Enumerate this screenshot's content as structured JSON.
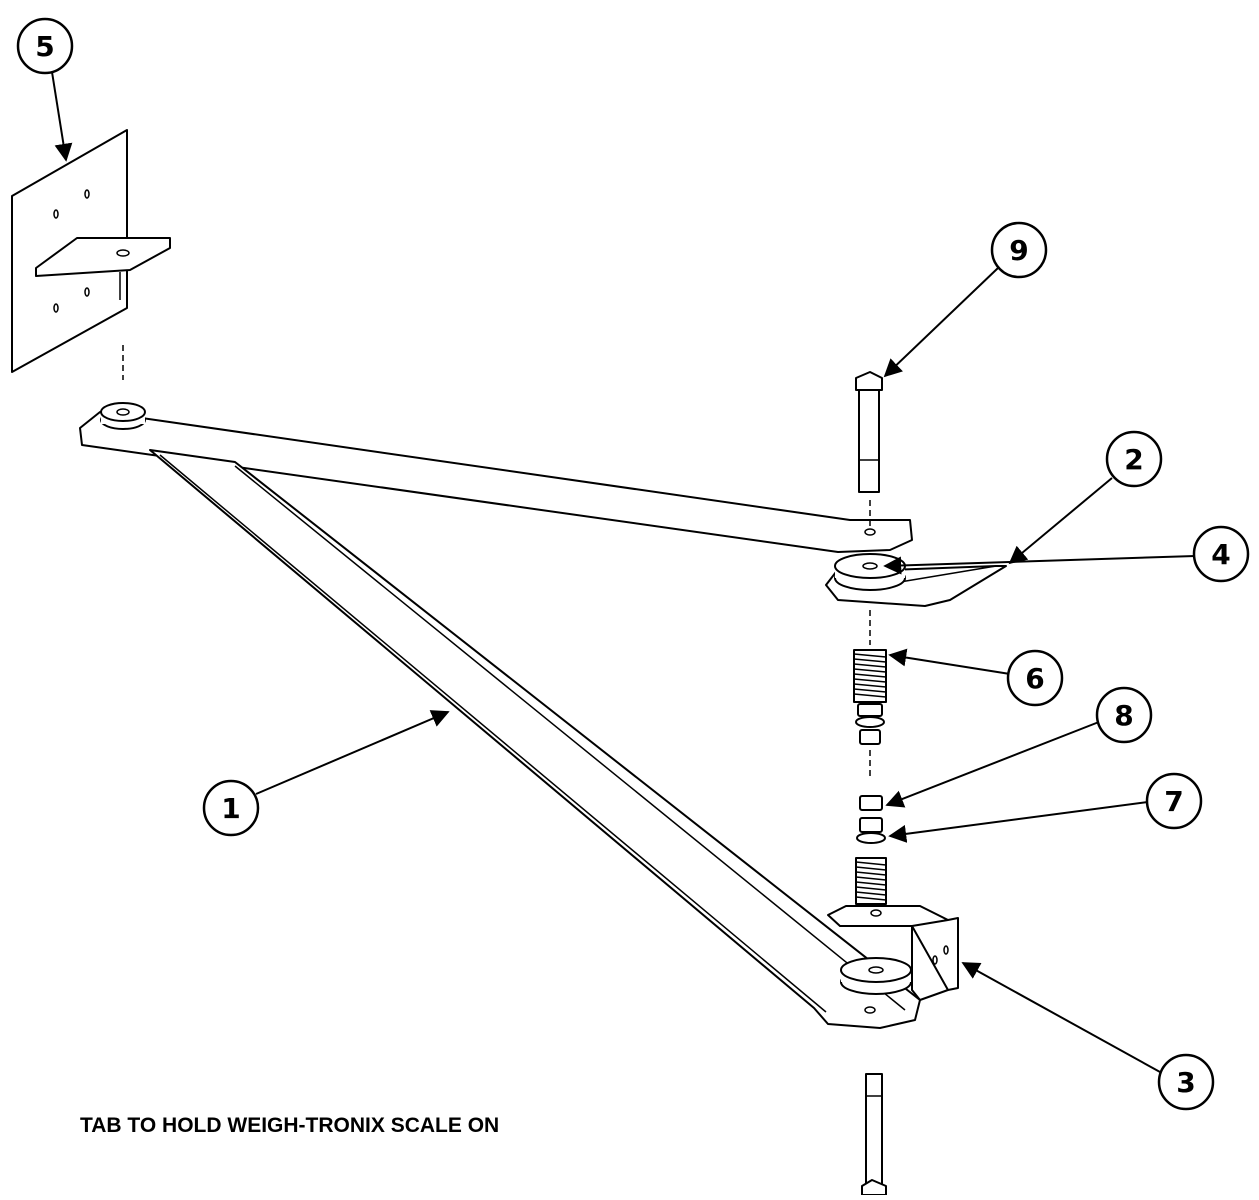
{
  "caption": "TAB TO HOLD WEIGH-TRONIX SCALE ON",
  "balloons": [
    {
      "id": "b5",
      "label": "5"
    },
    {
      "id": "b9",
      "label": "9"
    },
    {
      "id": "b2",
      "label": "2"
    },
    {
      "id": "b4",
      "label": "4"
    },
    {
      "id": "b6",
      "label": "6"
    },
    {
      "id": "b8",
      "label": "8"
    },
    {
      "id": "b7",
      "label": "7"
    },
    {
      "id": "b1",
      "label": "1"
    },
    {
      "id": "b3",
      "label": "3"
    }
  ]
}
